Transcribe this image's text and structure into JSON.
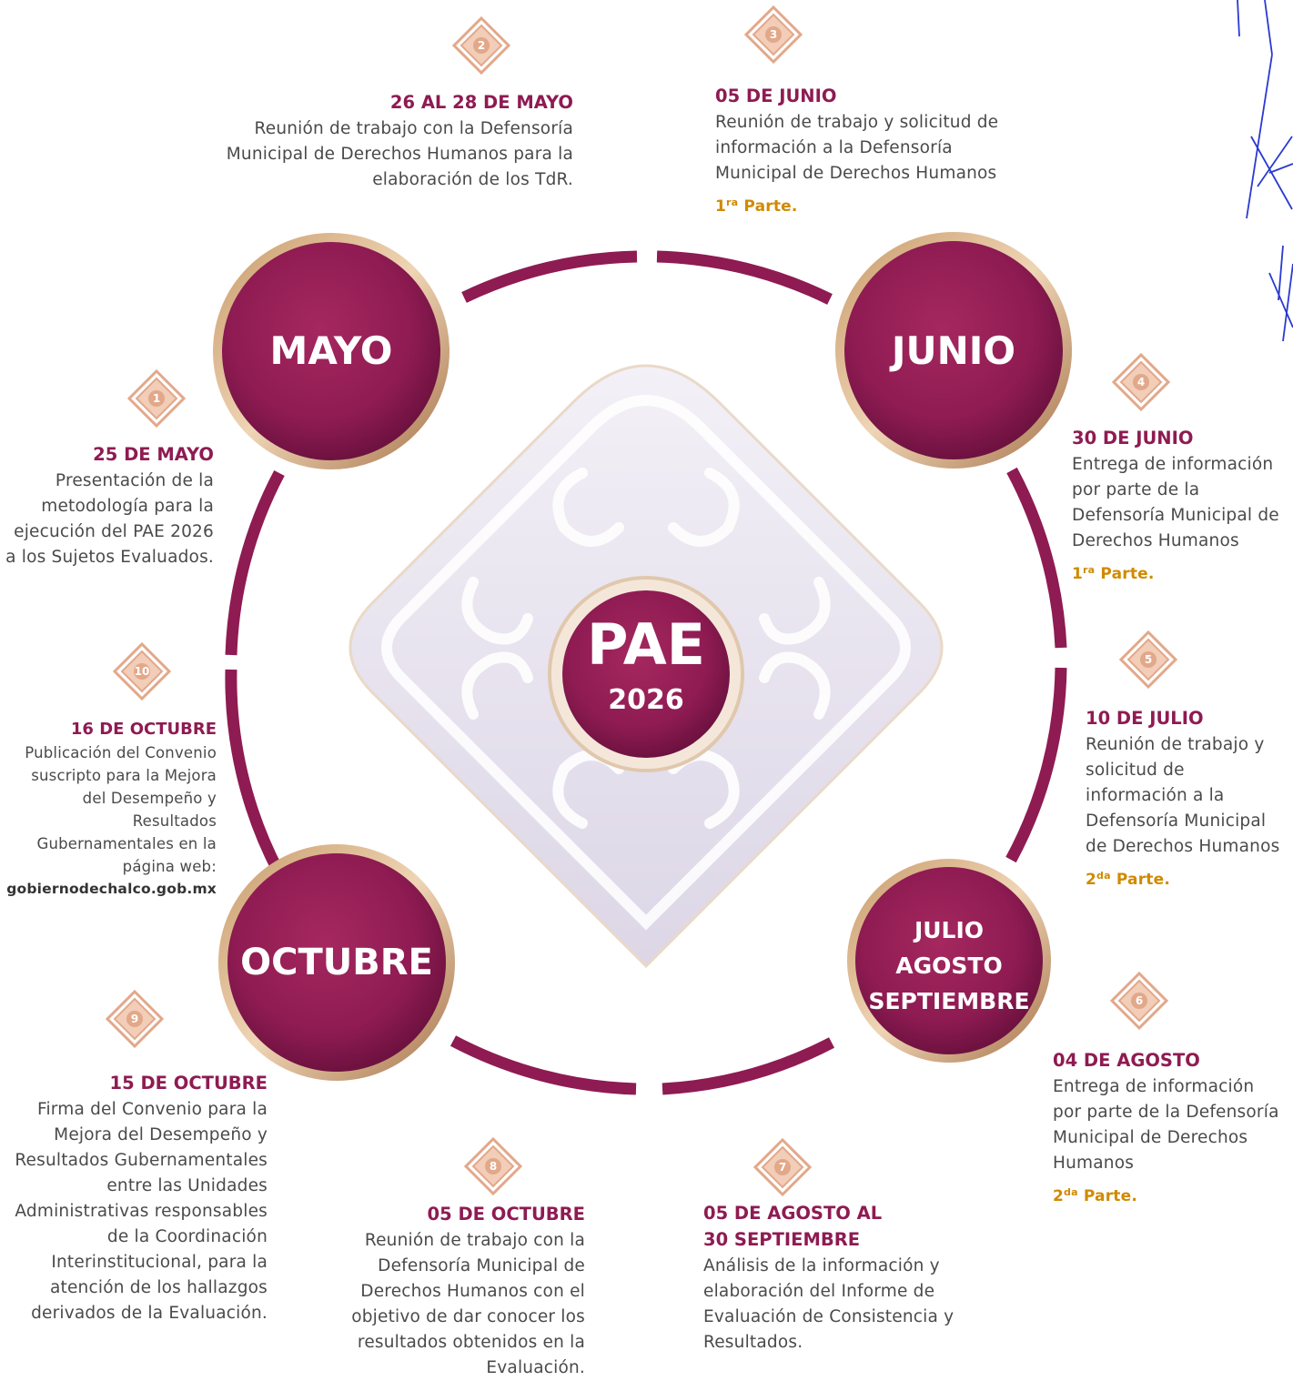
{
  "colors": {
    "primary": "#8e1b52",
    "accent": "#d08a00",
    "ornament": "#e2a88a",
    "text": "#4a4a4a"
  },
  "center": {
    "title": "PAE",
    "year": "2026"
  },
  "months": {
    "mayo": "MAYO",
    "junio": "JUNIO",
    "julio_1": "JULIO",
    "julio_2": "AGOSTO",
    "julio_3": "SEPTIEMBRE",
    "octubre": "OCTUBRE"
  },
  "milestones": [
    {
      "number": "1",
      "date": "25 DE MAYO",
      "lines": [
        "Presentación de la",
        "metodología para la",
        "ejecución del PAE 2026",
        "a los Sujetos Evaluados."
      ]
    },
    {
      "number": "2",
      "date": "26 AL 28 DE MAYO",
      "lines": [
        "Reunión de trabajo con la Defensoría",
        "Municipal de Derechos Humanos para la",
        "elaboración de los TdR."
      ]
    },
    {
      "number": "3",
      "date": "05 DE JUNIO",
      "lines": [
        "Reunión de trabajo y solicitud de",
        "información a la Defensoría",
        "Municipal de Derechos Humanos"
      ],
      "part_ord": "1",
      "part_sup": "ra",
      "part_label": " Parte."
    },
    {
      "number": "4",
      "date": "30 DE JUNIO",
      "lines": [
        "Entrega de información",
        "por parte de la",
        "Defensoría Municipal de",
        "Derechos Humanos"
      ],
      "part_ord": "1",
      "part_sup": "ra",
      "part_label": " Parte."
    },
    {
      "number": "5",
      "date": "10 DE JULIO",
      "lines": [
        "Reunión de trabajo y",
        "solicitud de",
        "información a la",
        "Defensoría Municipal",
        "de Derechos Humanos"
      ],
      "part_ord": "2",
      "part_sup": "da",
      "part_label": " Parte."
    },
    {
      "number": "6",
      "date": "04 DE AGOSTO",
      "lines": [
        "Entrega de información",
        "por parte de la Defensoría",
        "Municipal de Derechos",
        "Humanos"
      ],
      "part_ord": "2",
      "part_sup": "da",
      "part_label": " Parte."
    },
    {
      "number": "7",
      "date_1": "05 DE AGOSTO AL",
      "date_2": "30 SEPTIEMBRE",
      "lines": [
        "Análisis de la información y",
        "elaboración del Informe de",
        "Evaluación de Consistencia y",
        "Resultados."
      ]
    },
    {
      "number": "8",
      "date": "05 DE OCTUBRE",
      "lines": [
        "Reunión de trabajo con la",
        "Defensoría Municipal de",
        "Derechos Humanos con el",
        "objetivo de dar conocer los",
        "resultados obtenidos en la",
        "Evaluación."
      ]
    },
    {
      "number": "9",
      "date": "15 DE OCTUBRE",
      "lines": [
        "Firma del Convenio para la",
        "Mejora del Desempeño y",
        "Resultados Gubernamentales",
        "entre las Unidades",
        "Administrativas responsables",
        "de la Coordinación",
        "Interinstitucional, para la",
        "atención de los hallazgos",
        "derivados de la Evaluación."
      ]
    },
    {
      "number": "10",
      "date": "16 DE OCTUBRE",
      "lines": [
        "Publicación del Convenio",
        "suscripto para la Mejora",
        "del Desempeño y",
        "Resultados",
        "Gubernamentales en la",
        "página web:"
      ],
      "website": "gobiernodechalco.gob.mx"
    }
  ]
}
